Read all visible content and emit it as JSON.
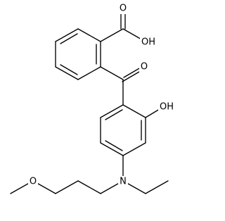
{
  "molecule": {
    "atoms": [
      {
        "symbol": "O"
      },
      {
        "symbol": "OH"
      },
      {
        "symbol": "O"
      },
      {
        "symbol": "OH"
      },
      {
        "symbol": "N"
      },
      {
        "symbol": "O"
      }
    ]
  }
}
